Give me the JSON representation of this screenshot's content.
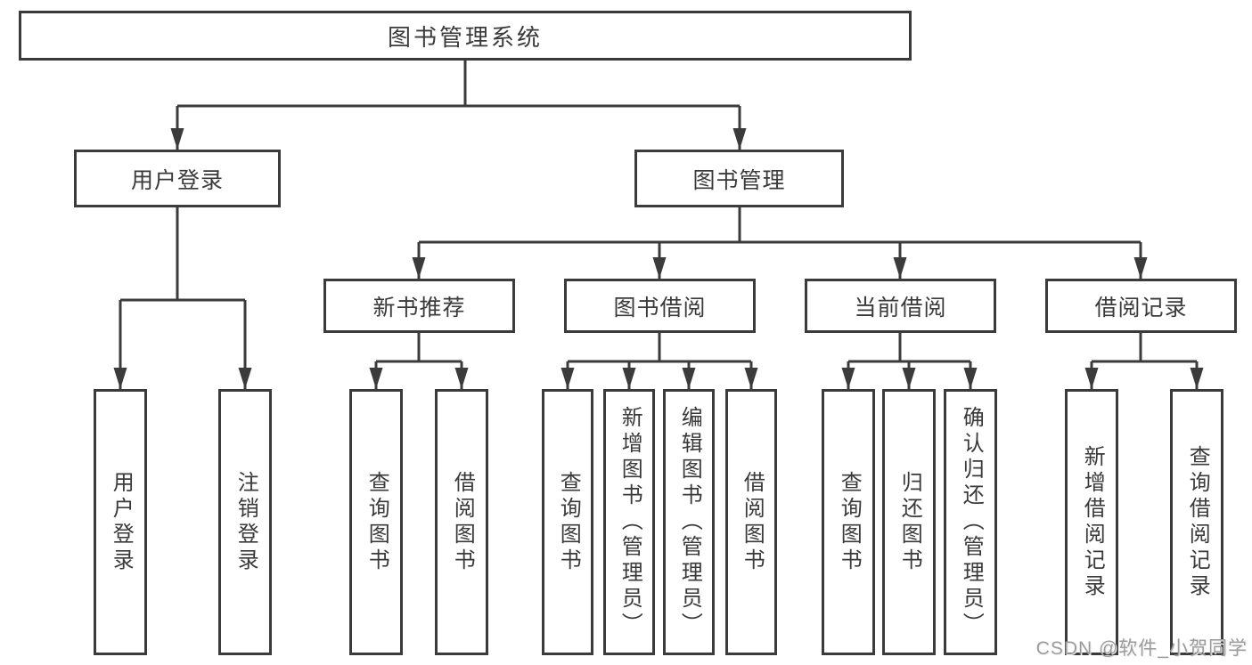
{
  "colors": {
    "line": "#3b3b3b",
    "text": "#3a3a3a",
    "box-bg": "#ffffff",
    "background": "#ffffff",
    "watermark": "#9c9c9c"
  },
  "watermark": {
    "text": "CSDN @软件_小贺同学"
  },
  "tree": {
    "root": {
      "label": "图书管理系统"
    },
    "branches": [
      {
        "label": "用户登录",
        "children": [
          {
            "label": "用户登录"
          },
          {
            "label": "注销登录"
          }
        ]
      },
      {
        "label": "图书管理",
        "children": [
          {
            "label": "新书推荐",
            "children": [
              {
                "label": "查询图书"
              },
              {
                "label": "借阅图书"
              }
            ]
          },
          {
            "label": "图书借阅",
            "children": [
              {
                "label": "查询图书"
              },
              {
                "label": "新增图书（管理员）"
              },
              {
                "label": "编辑图书（管理员）"
              },
              {
                "label": "借阅图书"
              }
            ]
          },
          {
            "label": "当前借阅",
            "children": [
              {
                "label": "查询图书"
              },
              {
                "label": "归还图书"
              },
              {
                "label": "确认归还（管理员）"
              }
            ]
          },
          {
            "label": "借阅记录",
            "children": [
              {
                "label": "新增借阅记录"
              },
              {
                "label": "查询借阅记录"
              }
            ]
          }
        ]
      }
    ]
  }
}
